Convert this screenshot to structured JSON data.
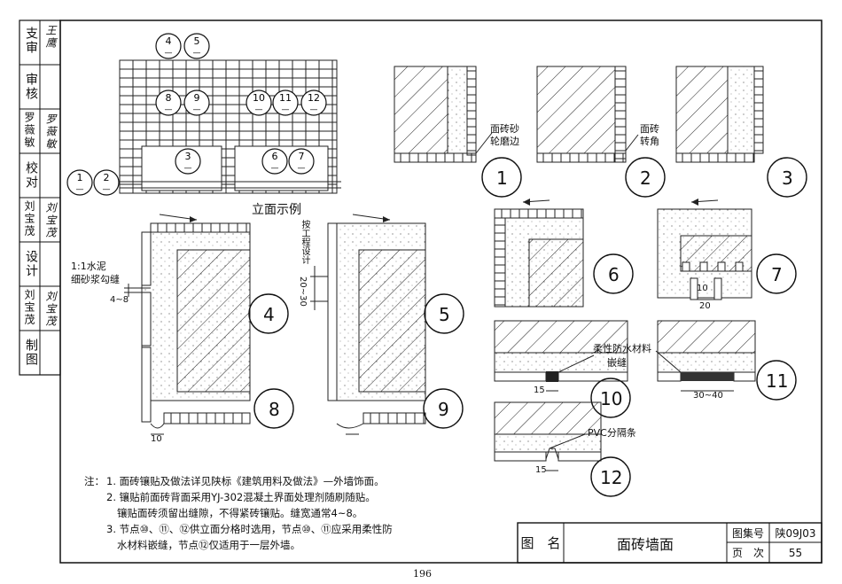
{
  "left_strip": [
    {
      "role": "支审",
      "sign": "王鹰"
    },
    {
      "role": "审核",
      "sign": ""
    },
    {
      "role": "罗薇敏",
      "sign": "罗薇敏"
    },
    {
      "role": "校对",
      "sign": ""
    },
    {
      "role": "刘宝茂",
      "sign": "刘宝茂"
    },
    {
      "role": "设计",
      "sign": ""
    },
    {
      "role": "刘宝茂",
      "sign": "刘宝茂"
    },
    {
      "role": "制图",
      "sign": ""
    }
  ],
  "elevation": {
    "caption": "立面示例",
    "callouts": [
      "4",
      "5",
      "8",
      "9",
      "10",
      "11",
      "12",
      "3",
      "6",
      "7",
      "1",
      "2"
    ],
    "callout_sub": "—"
  },
  "details": {
    "d1": {
      "num": "1",
      "label_line1": "面砖砂",
      "label_line2": "轮磨边"
    },
    "d2": {
      "num": "2",
      "label_line1": "面砖",
      "label_line2": "转角"
    },
    "d3": {
      "num": "3"
    },
    "d4": {
      "num": "4",
      "label_line1": "1:1水泥",
      "label_line2": "细砂浆勾缝",
      "dim": "4~8"
    },
    "d5": {
      "num": "5",
      "dim_a": "20~30",
      "dim_b": "按工程设计"
    },
    "d6": {
      "num": "6"
    },
    "d7": {
      "num": "7",
      "dim_a": "10",
      "dim_b": "20"
    },
    "d8": {
      "num": "8",
      "dim": "10"
    },
    "d9": {
      "num": "9"
    },
    "d10": {
      "num": "10",
      "label_line1": "柔性防水材料",
      "label_line2": "嵌缝",
      "dim": "15"
    },
    "d11": {
      "num": "11",
      "dim": "30~40"
    },
    "d12": {
      "num": "12",
      "label": "PVC分隔条",
      "dim": "15"
    }
  },
  "notes": {
    "prefix": "注：",
    "lines": [
      "1. 面砖镶贴及做法详见陕标《建筑用料及做法》—外墙饰面。",
      "2. 镶贴前面砖背面采用YJ-302混凝土界面处理剂随刷随贴。",
      "镶贴面砖须留出缝隙，不得紧砖镶贴。缝宽通常4~8。",
      "3. 节点⑩、⑪、⑫供立面分格时选用，节点⑩、⑪应采用柔性防",
      "水材料嵌缝，节点⑫仅适用于一层外墙。"
    ]
  },
  "title_block": {
    "name_label": "图　名",
    "title": "面砖墙面",
    "atlas_label": "图集号",
    "atlas_value": "陕09J03",
    "page_label": "页　次",
    "page_value": "55"
  },
  "page_number": "196"
}
